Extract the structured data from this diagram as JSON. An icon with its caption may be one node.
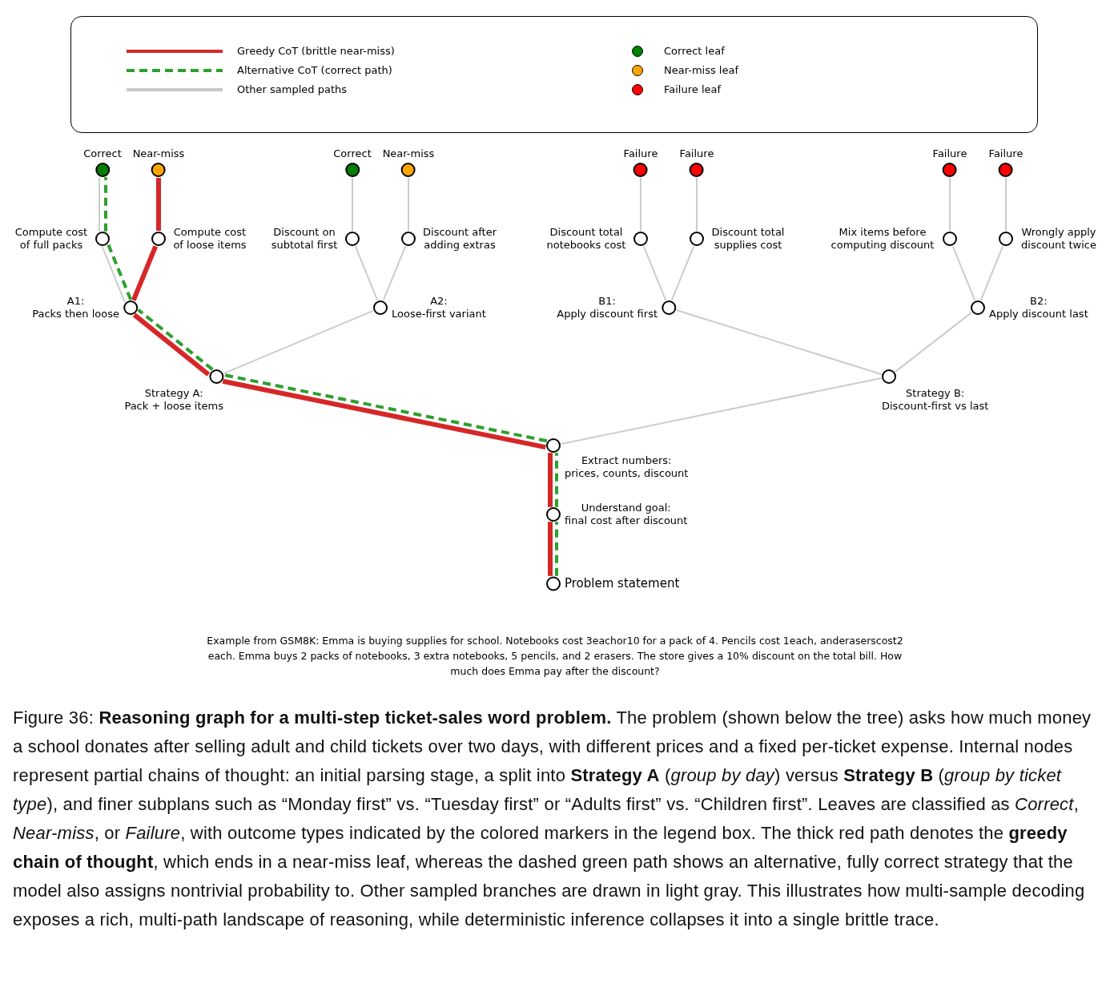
{
  "diagram": {
    "nodes": [
      {
        "text": [
          "Correct"
        ]
      },
      {
        "text": [
          "Near-miss"
        ]
      },
      {
        "text": [
          "Correct"
        ]
      },
      {
        "text": [
          "Near-miss"
        ]
      },
      {
        "text": [
          "Failure"
        ]
      },
      {
        "text": [
          "Failure"
        ]
      },
      {
        "text": [
          "Failure"
        ]
      },
      {
        "text": [
          "Failure"
        ]
      },
      {
        "text": [
          "Compute cost of full packs"
        ]
      },
      {
        "text": [
          "Compute cost of loose items"
        ]
      },
      {
        "text": [
          "Discount on subtotal first"
        ]
      },
      {
        "text": [
          "Discount after adding extras"
        ]
      },
      {
        "text": [
          "Discount total notebooks cost"
        ]
      },
      {
        "text": [
          "Discount total supplies cost"
        ]
      },
      {
        "text": [
          "Mix items before computing discount"
        ]
      },
      {
        "text": [
          "Wrongly apply discount twice"
        ]
      },
      {
        "text": [
          "A1:",
          "Packs then loose"
        ]
      },
      {
        "text": [
          "A2:",
          "Loose-first variant"
        ]
      },
      {
        "text": [
          "B1:",
          "Apply discount first"
        ]
      },
      {
        "text": [
          "B2:",
          "Apply discount last"
        ]
      },
      {
        "text": [
          "Strategy A:",
          "Pack + loose items"
        ]
      },
      {
        "text": [
          "Strategy B:",
          "Discount-first vs last"
        ]
      },
      {
        "text": [
          "Extract numbers:",
          "prices, counts, discount"
        ]
      },
      {
        "text": [
          "Understand goal:",
          "final cost after discount"
        ]
      },
      {
        "text": [
          "Problem statement"
        ]
      }
    ],
    "edges": [
      {
        "from": 20,
        "to": 17,
        "arrow": "none"
      },
      {
        "from": 17,
        "to": 10,
        "arrow": "none"
      },
      {
        "from": 17,
        "to": 11,
        "arrow": "none"
      },
      {
        "from": 10,
        "to": 2,
        "arrow": "none"
      },
      {
        "from": 11,
        "to": 3,
        "arrow": "none"
      },
      {
        "from": 22,
        "to": 21,
        "arrow": "none"
      },
      {
        "from": 21,
        "to": 18,
        "arrow": "none"
      },
      {
        "from": 21,
        "to": 19,
        "arrow": "none"
      },
      {
        "from": 18,
        "to": 12,
        "arrow": "none"
      },
      {
        "from": 18,
        "to": 13,
        "arrow": "none"
      },
      {
        "from": 19,
        "to": 14,
        "arrow": "none"
      },
      {
        "from": 19,
        "to": 15,
        "arrow": "none"
      },
      {
        "from": 12,
        "to": 4,
        "arrow": "none"
      },
      {
        "from": 13,
        "to": 5,
        "arrow": "none"
      },
      {
        "from": 14,
        "to": 6,
        "arrow": "none"
      },
      {
        "from": 15,
        "to": 7,
        "arrow": "none"
      },
      {
        "from": 16,
        "to": 8,
        "arrow": "none"
      },
      {
        "from": 8,
        "to": 0,
        "arrow": "none"
      },
      {
        "from": 24,
        "to": 23,
        "arrow": "none",
        "style": "thick",
        "color": "#d62728"
      },
      {
        "from": 23,
        "to": 22,
        "arrow": "none",
        "style": "thick",
        "color": "#d62728"
      },
      {
        "from": 22,
        "to": 20,
        "arrow": "none",
        "style": "thick",
        "color": "#d62728"
      },
      {
        "from": 20,
        "to": 16,
        "arrow": "none",
        "style": "thick",
        "color": "#d62728"
      },
      {
        "from": 16,
        "to": 9,
        "arrow": "none",
        "style": "thick",
        "color": "#d62728"
      },
      {
        "from": 9,
        "to": 1,
        "arrow": "none",
        "style": "thick",
        "color": "#d62728"
      },
      {
        "from": 24,
        "to": 23,
        "arrow": "none",
        "style": "dashed",
        "color": "#2ca02c"
      },
      {
        "from": 23,
        "to": 22,
        "arrow": "none",
        "style": "dashed",
        "color": "#2ca02c"
      },
      {
        "from": 22,
        "to": 20,
        "arrow": "none",
        "style": "dashed",
        "color": "#2ca02c"
      },
      {
        "from": 20,
        "to": 16,
        "arrow": "none",
        "style": "dashed",
        "color": "#2ca02c"
      },
      {
        "from": 16,
        "to": 8,
        "arrow": "none",
        "style": "dashed",
        "color": "#2ca02c"
      },
      {
        "from": 8,
        "to": 0,
        "arrow": "none",
        "style": "dashed",
        "color": "#2ca02c"
      }
    ],
    "labels": [
      "Example from GSM8K: Emma is buying supplies for school. Notebooks cost 3eachor10 for a pack of 4. Pencils cost 1each, anderaserscost2 each. Emma buys 2 packs of notebooks, 3 extra notebooks, 5 pencils, and 2 erasers. The store gives a 10% discount on the total bill. How much does Emma pay after the discount?"
    ],
    "legend": [
      {
        "text": "Greedy CoT (brittle near-miss)"
      },
      {
        "text": "Alternative CoT (correct path)"
      },
      {
        "text": "Other sampled paths"
      },
      {
        "text": "Correct leaf",
        "color": "#008000"
      },
      {
        "text": "Near-miss leaf",
        "color": "#ffa500"
      },
      {
        "text": "Failure leaf",
        "color": "#ff0000"
      }
    ],
    "caption": "Figure 36: **Reasoning graph for a multi-step ticket-sales word problem.** The problem (shown below the tree) asks how much money a school donates after selling adult and child tickets over two days, with different prices and a fixed per-ticket expense. Internal nodes represent partial chains of thought: an initial parsing stage, a split into **Strategy A** (*group by day*) versus **Strategy B** (*group by ticket type*), and finer subplans such as “Monday first” vs. “Tuesday first” or “Adults first” vs. “Children first”. Leaves are classified as *Correct*, *Near-miss*, or *Failure*, with outcome types indicated by the colored markers in the legend box. The thick red path denotes the **greedy chain of thought**, which ends in a near-miss leaf, whereas the dashed green path shows an alternative, fully correct strategy that the model also assigns nontrivial probability to. Other sampled branches are drawn in light gray. This illustrates how multi-sample decoding exposes a rich, multi-path landscape of reasoning, while deterministic inference collapses it into a single brittle trace."
  }
}
